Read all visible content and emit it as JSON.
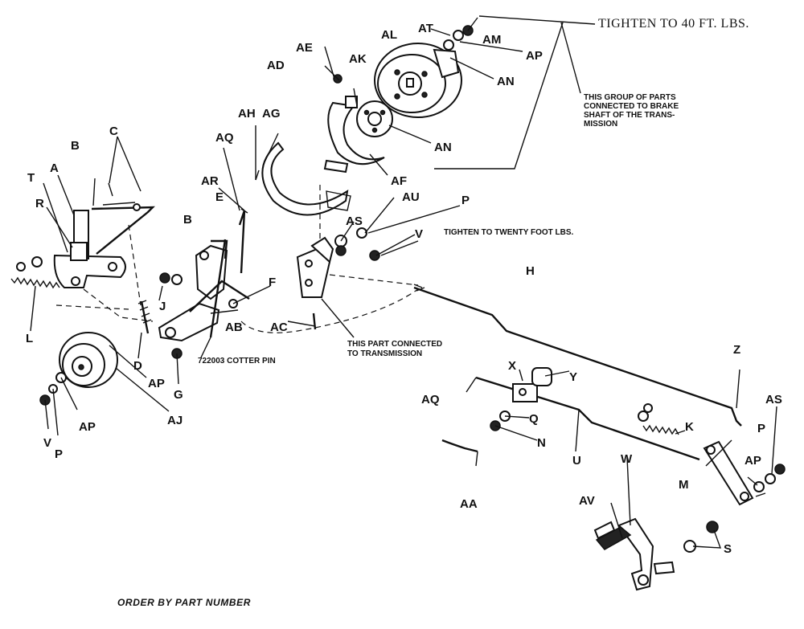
{
  "diagram": {
    "part_labels": [
      "A",
      "B",
      "C",
      "T",
      "R",
      "L",
      "D",
      "G",
      "J",
      "AP",
      "AJ",
      "V",
      "P",
      "AP",
      "E",
      "B",
      "AQ",
      "AR",
      "AH",
      "AG",
      "AD",
      "AE",
      "AK",
      "AL",
      "AT",
      "AM",
      "AP",
      "AN",
      "AN",
      "AF",
      "AU",
      "P",
      "AS",
      "V",
      "F",
      "AB",
      "AC",
      "H",
      "Z",
      "X",
      "Y",
      "AQ",
      "Q",
      "N",
      "U",
      "K",
      "AA",
      "W",
      "AV",
      "M",
      "AP",
      "P",
      "AS",
      "S"
    ],
    "notes": {
      "tighten_40": "TIGHTEN TO 40 FT. LBS.",
      "group_line1": "THIS GROUP OF PARTS",
      "group_line2": "CONNECTED TO BRAKE",
      "group_line3": "SHAFT OF THE TRANS-",
      "group_line4": "MISSION",
      "tighten_20": "TIGHTEN TO TWENTY FOOT LBS.",
      "part_conn_line1": "THIS PART CONNECTED",
      "part_conn_line2": "TO TRANSMISSION",
      "cotter_pin": "722003 COTTER PIN"
    },
    "footer": "ORDER BY PART NUMBER"
  }
}
